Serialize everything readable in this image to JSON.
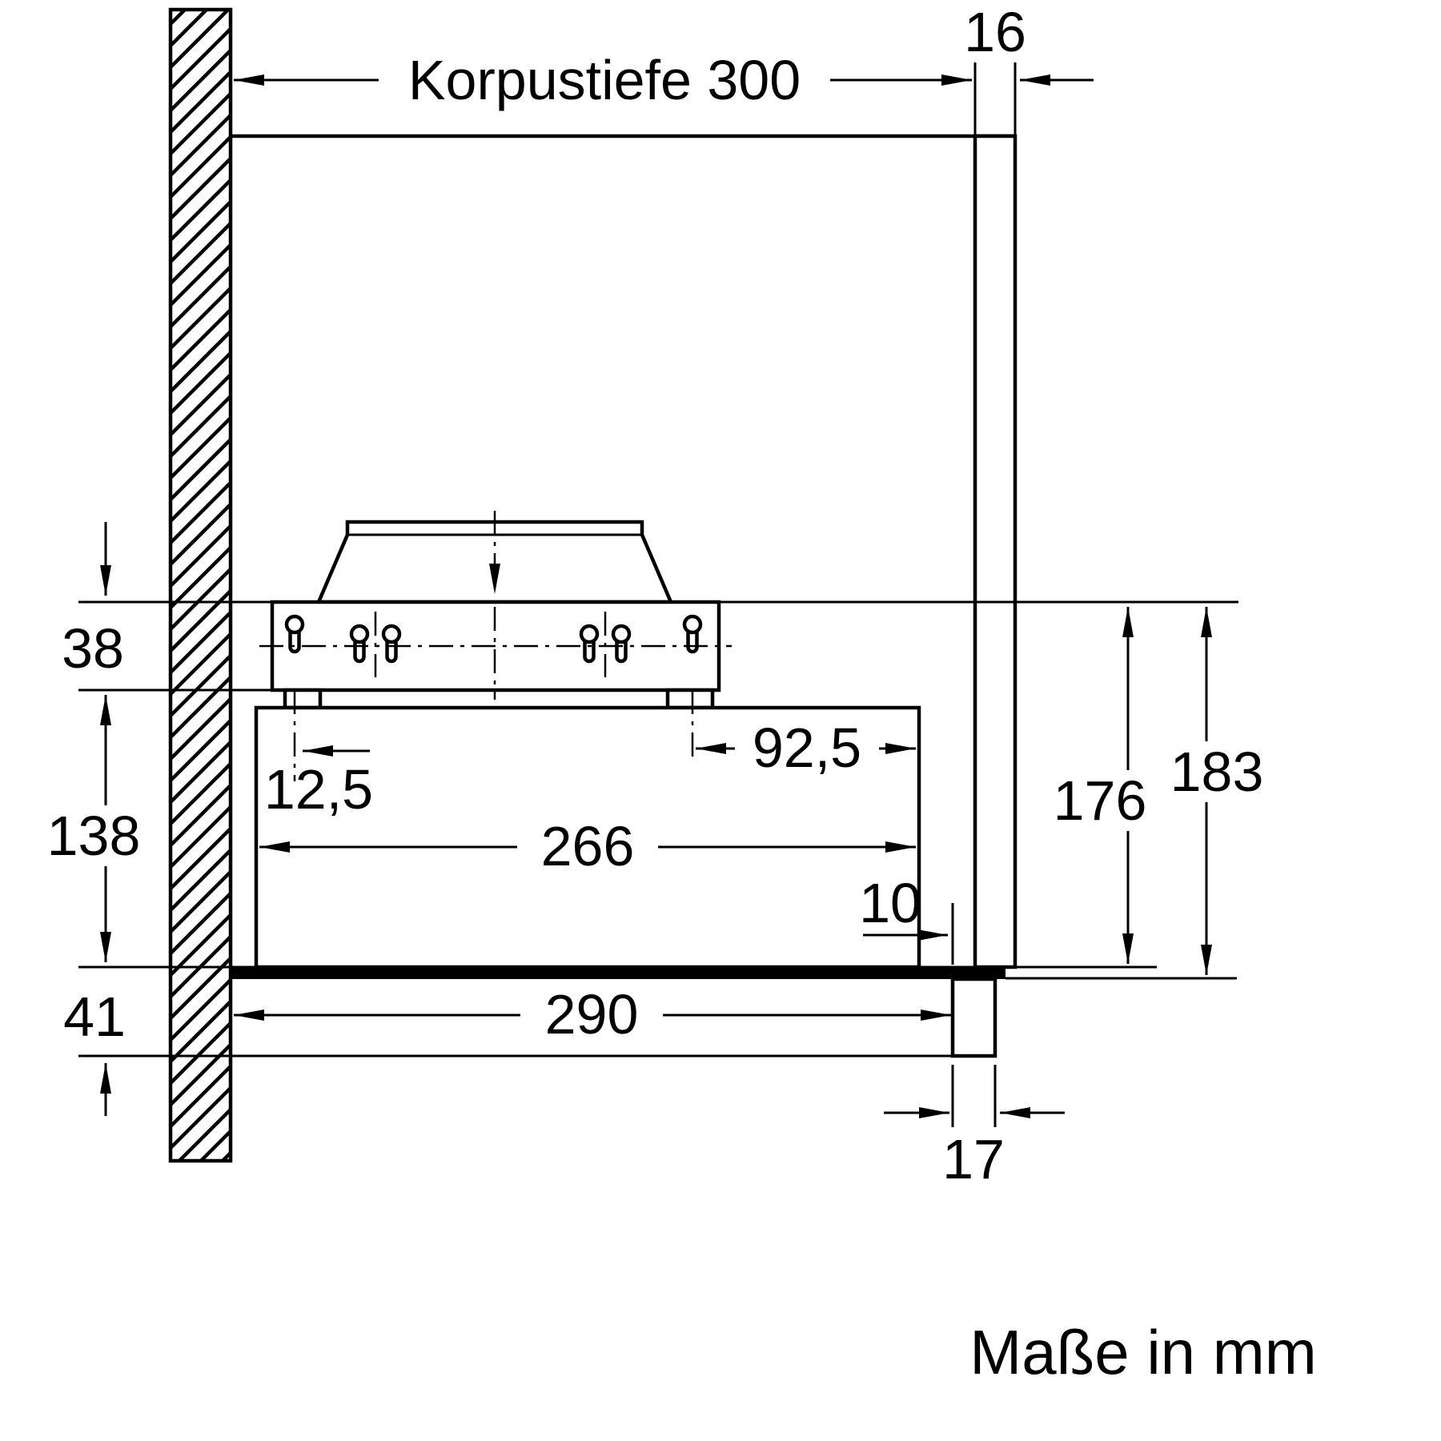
{
  "diagram": {
    "unit_note": "Maße in mm",
    "dims": {
      "korpustiefe": "Korpustiefe 300",
      "panel_thickness": "16",
      "offset_38": "38",
      "height_138": "138",
      "height_41": "41",
      "inset_12_5": "12,5",
      "offset_92_5": "92,5",
      "depth_266": "266",
      "gap_10": "10",
      "depth_290": "290",
      "height_176": "176",
      "height_183": "183",
      "width_17": "17"
    }
  }
}
